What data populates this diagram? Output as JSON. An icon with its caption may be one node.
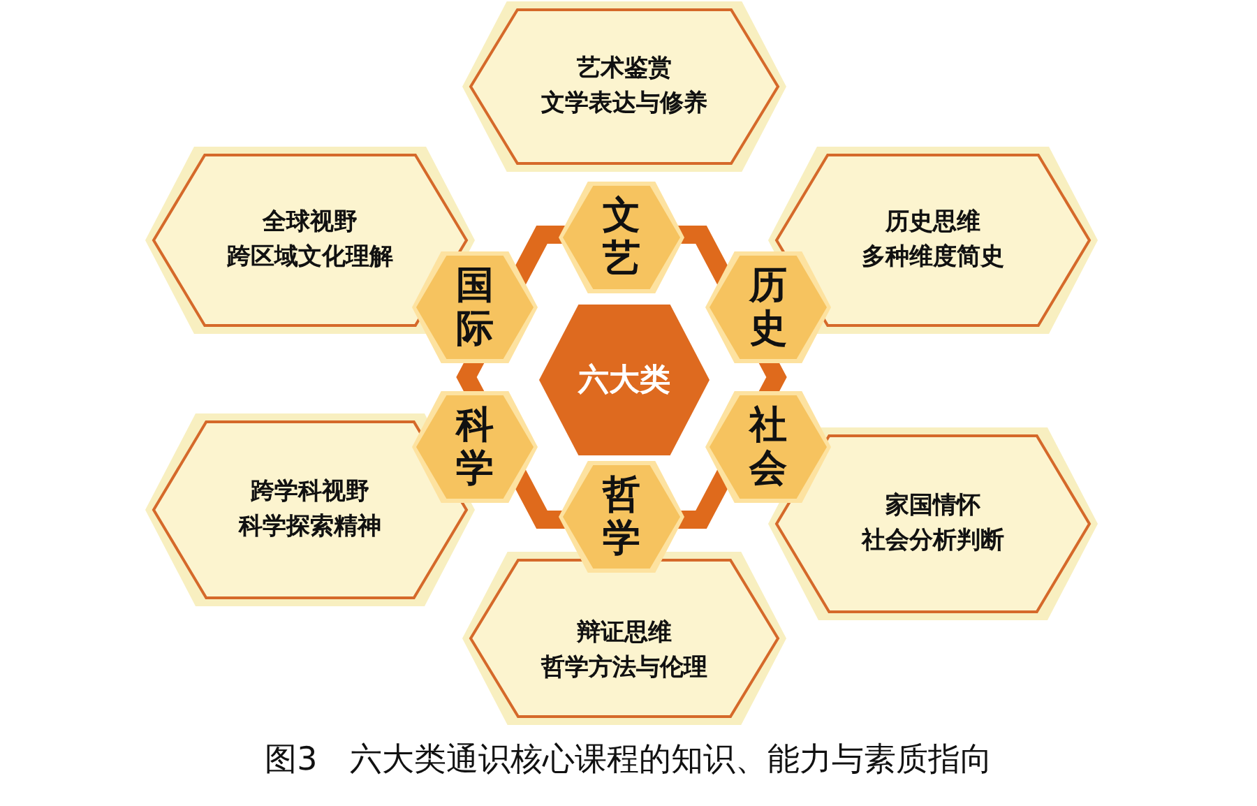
{
  "diagram": {
    "caption": "图3　六大类通识核心课程的知识、能力与素质指向",
    "nodes": [
      {
        "text": [
          "艺术鉴赏",
          "文学表达与修养"
        ]
      },
      {
        "text": [
          "全球视野",
          "跨区域文化理解"
        ]
      },
      {
        "text": [
          "历史思维",
          "多种维度简史"
        ]
      },
      {
        "text": [
          "文艺"
        ]
      },
      {
        "text": [
          "国际"
        ]
      },
      {
        "text": [
          "历史"
        ]
      },
      {
        "text": [
          "六大类"
        ]
      },
      {
        "text": [
          "科学"
        ]
      },
      {
        "text": [
          "社会"
        ]
      },
      {
        "text": [
          "哲学"
        ]
      },
      {
        "text": [
          "跨学科视野",
          "科学探索精神"
        ]
      },
      {
        "text": [
          "家国情怀",
          "社会分析判断"
        ]
      },
      {
        "text": [
          "辩证思维",
          "哲学方法与伦理"
        ]
      }
    ]
  }
}
